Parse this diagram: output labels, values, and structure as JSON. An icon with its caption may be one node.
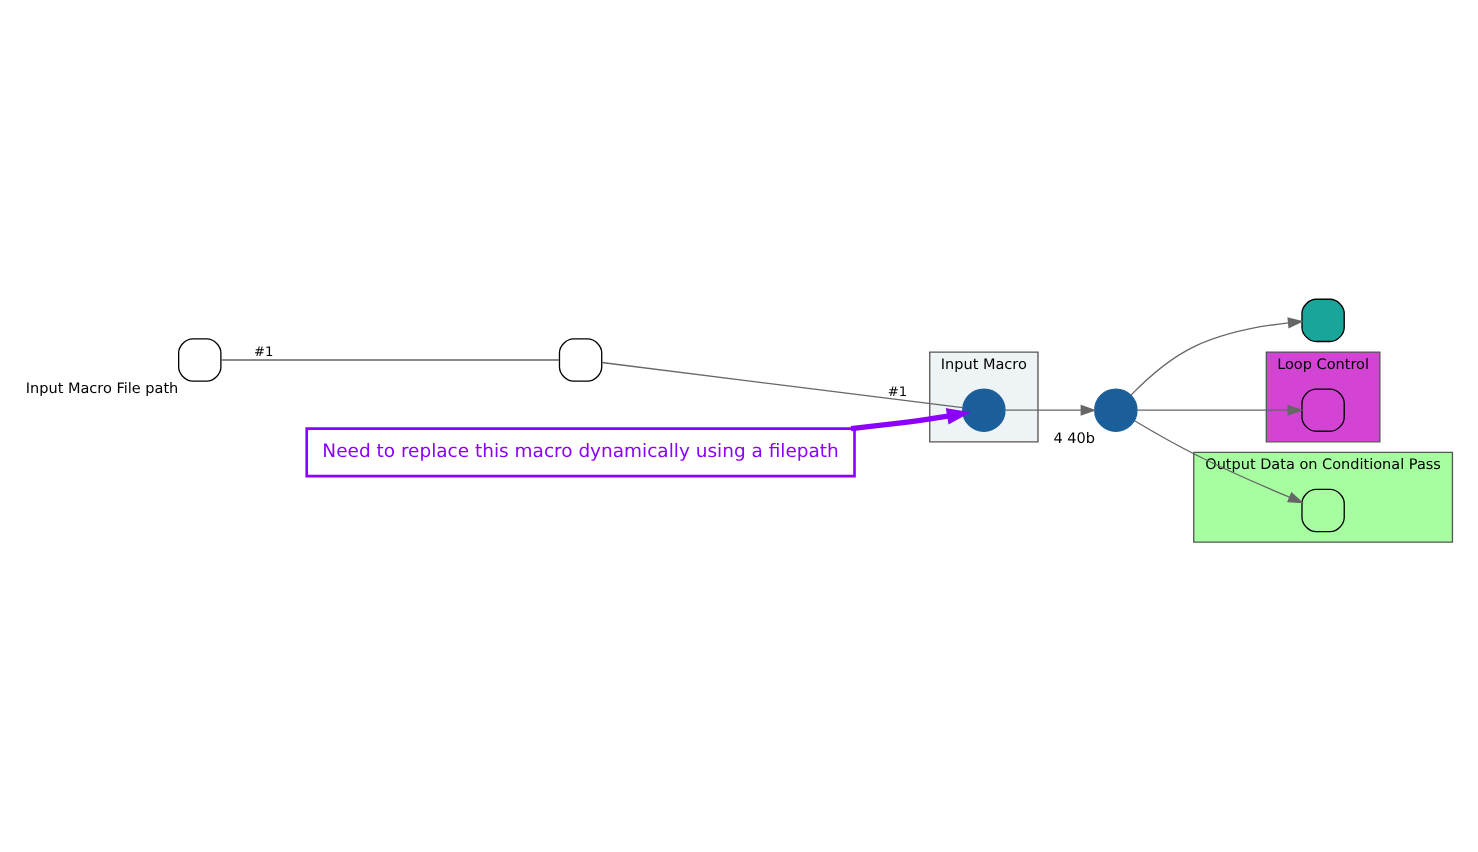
{
  "diagram": {
    "nodes": [
      {
        "text": [],
        "shape": "box",
        "beside": [
          "Input Macro File path"
        ]
      },
      {
        "text": [],
        "shape": "box"
      },
      {
        "text": [
          "Input Macro"
        ]
      },
      {
        "text": [],
        "shape": "circle",
        "in": 2
      },
      {
        "text": [],
        "shape": "circle",
        "beside": [
          "4 40b"
        ]
      },
      {
        "text": [],
        "shape": "box"
      },
      {
        "text": [
          "Loop Control"
        ]
      },
      {
        "text": [],
        "shape": "box",
        "in": 6
      },
      {
        "text": [
          "Output Data on Conditional Pass"
        ]
      },
      {
        "text": [],
        "shape": "box",
        "in": 8
      },
      {
        "text": [
          "Need to replace this macro dynamically using a filepath"
        ]
      }
    ],
    "edges": [
      {
        "from": 0,
        "to": 1,
        "arrow": "none",
        "label": "#1"
      },
      {
        "from": 1,
        "to": 3,
        "arrow": "none",
        "label": "#1"
      },
      {
        "from": 3,
        "to": 4,
        "arrow": "to"
      },
      {
        "from": 4,
        "to": 5,
        "arrow": "to"
      },
      {
        "from": 4,
        "to": 7,
        "arrow": "to"
      },
      {
        "from": 4,
        "to": 9,
        "arrow": "to"
      },
      {
        "from": 10,
        "to": 3,
        "arrow": "to",
        "style": "thick",
        "color": "#8b00ff"
      }
    ]
  }
}
